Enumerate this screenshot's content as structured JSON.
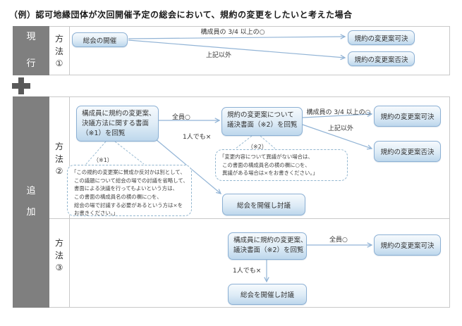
{
  "title": "（例）認可地縁団体が次回開催予定の総会において、規約の変更をしたいと考えた場合",
  "colors": {
    "box_border": "#8cb0d4",
    "box_fill_top": "#f6fafd",
    "box_fill_bottom": "#bdd7ec",
    "arrow": "#92b4d6",
    "gray_label_bg": "#7f7f7f",
    "plus_icon": "#595959",
    "grid_border": "#c9c9c9"
  },
  "current": {
    "row_label": "現行",
    "method_label": "方法",
    "method_num": "①",
    "flow": {
      "start": "総会の開催",
      "cond_top": "構成員の 3/4 以上の○",
      "cond_bottom": "上記以外",
      "approve": "規約の変更案可決",
      "reject": "規約の変更案否決"
    }
  },
  "added": {
    "row_label": "追加",
    "method2": {
      "method_label": "方法",
      "method_num": "②",
      "start_lines": [
        "構成員に規約の変更案、",
        "決議方法に関する書面",
        "（※1）を回覧"
      ],
      "all_ok": "全員○",
      "one_no": "1人でも×",
      "review_lines": [
        "規約の変更案について",
        "議決書面（※2）を回覧"
      ],
      "cond_top": "構成員の 3/4 以上の○",
      "cond_bottom": "上記以外",
      "approve": "規約の変更案可決",
      "reject": "規約の変更案否決",
      "discuss": "総会を開催し討議",
      "note1_label": "（※1）",
      "note1_lines": [
        "「この規約の変更案に賛成か反対かは別として、",
        "この議題について総会の場での討議を省略して、",
        "書面による決議を行ってもよいという方は、",
        "この書面の構成員名の横の欄に○を、",
        "総会の場で討議する必要があるという方は×を",
        "お書きください。」"
      ],
      "note2_label": "（※2）",
      "note2_lines": [
        "「変更内容について異議がない場合は、",
        "この書面の構成員名の横の欄に○を、",
        "異議がある場合は×をお書きください。」"
      ]
    },
    "method3": {
      "method_label": "方法",
      "method_num": "③",
      "start_lines": [
        "構成員に規約の変更案、",
        "議決書面（※2）を回覧"
      ],
      "all_ok": "全員○",
      "one_no": "1人でも×",
      "approve": "規約の変更案可決",
      "discuss": "総会を開催し討議"
    }
  }
}
